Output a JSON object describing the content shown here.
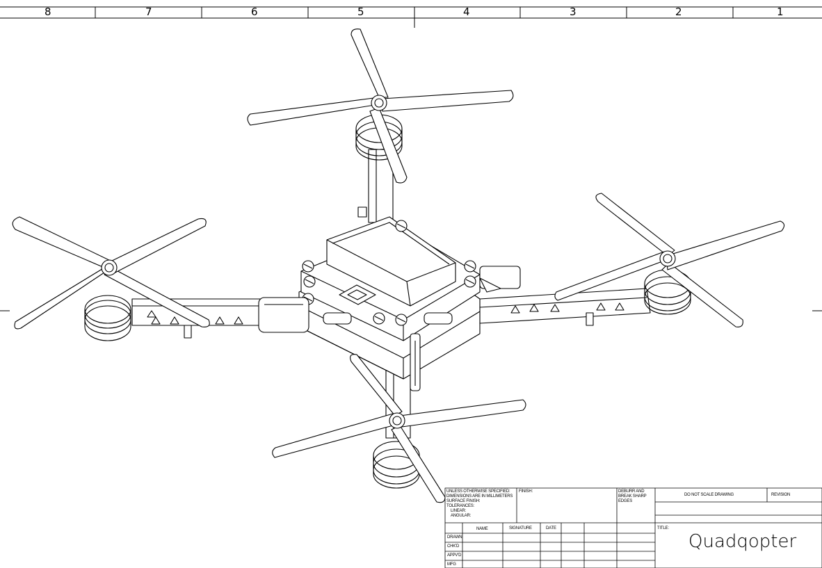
{
  "zone_numbers": [
    "8",
    "7",
    "6",
    "5",
    "4",
    "3",
    "2",
    "1"
  ],
  "title_block": {
    "notes_lines": [
      "UNLESS OTHERWISE SPECIFIED:",
      "DIMENSIONS ARE IN MILLIMETERS",
      "SURFACE FINISH:",
      "TOLERANCES:",
      "LINEAR:",
      "ANGULAR:"
    ],
    "finish_label": "FINISH:",
    "deburr_lines": [
      "DEBURR AND",
      "BREAK SHARP",
      "EDGES"
    ],
    "do_not_scale": "DO NOT SCALE DRAWING",
    "revision_label": "REVISION",
    "col_headers": [
      "NAME",
      "SIGNATURE",
      "DATE"
    ],
    "row_labels": [
      "DRAWN",
      "CHK'D",
      "APPV'D",
      "MFG"
    ],
    "title_label": "TITLE:",
    "title": "Quadqopter"
  }
}
